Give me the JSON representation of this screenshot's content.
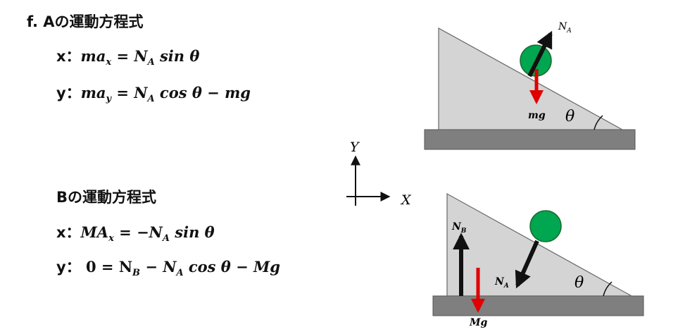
{
  "sectionA": {
    "title": "f.  Aの運動方程式",
    "eq_x": {
      "label": "x：",
      "lhs": "ma",
      "lhs_sub": "x",
      "rhs": " = N",
      "rhs_sub": "A",
      "rest": " sin θ"
    },
    "eq_y": {
      "label": "y：",
      "lhs": "ma",
      "lhs_sub": "y",
      "rhs": " = N",
      "rhs_sub": "A",
      "rest": " cos θ − mg"
    }
  },
  "sectionB": {
    "title": "Bの運動方程式",
    "eq_x": {
      "label": "x：",
      "lhs": "MA",
      "lhs_sub": "x",
      "rhs": " = −N",
      "rhs_sub": "A",
      "rest": " sin θ"
    },
    "eq_y": {
      "label": "y：",
      "lhs": " 0 = N",
      "lhs_sub": "B",
      "rhs": " − N",
      "rhs_sub": "A",
      "rest": " cos θ − Mg"
    }
  },
  "axes": {
    "x_label": "X",
    "y_label": "Y"
  },
  "diagramTop": {
    "normal_force": "N",
    "normal_force_sub": "A",
    "gravity": "mg",
    "angle": "θ"
  },
  "diagramBottom": {
    "normal_force_B": "N",
    "normal_force_B_sub": "B",
    "reaction": "N",
    "reaction_sub": "A",
    "gravity": "Mg",
    "angle": "θ"
  },
  "colors": {
    "wedge": "#d4d4d4",
    "ground": "#7f7f7f",
    "ball": "#00a650",
    "gravity_arrow": "#e00000",
    "force_arrow": "#111111"
  }
}
